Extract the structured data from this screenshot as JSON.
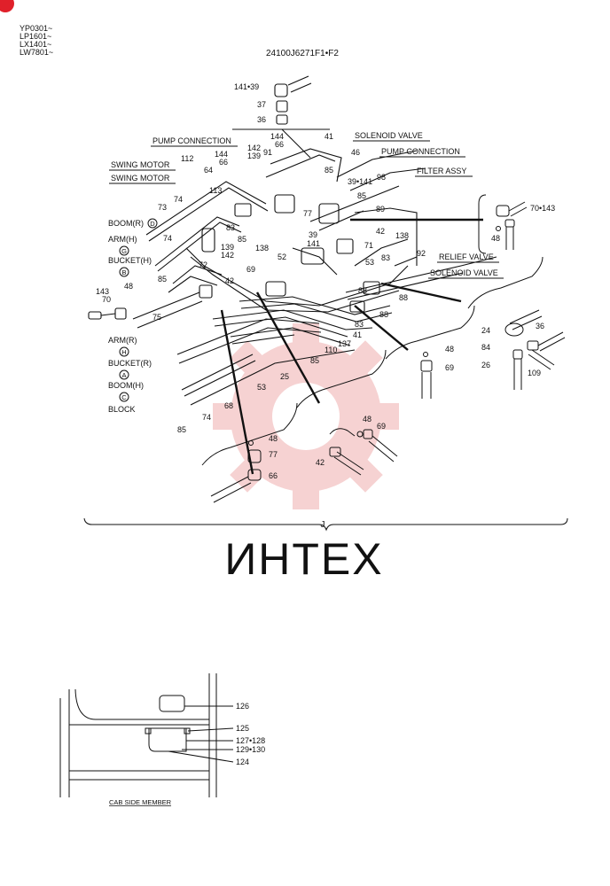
{
  "serials": [
    "YP0301~",
    "LP1601~",
    "LX1401~",
    "LW7801~"
  ],
  "drawing_number": "24100J6271F1•F2",
  "view_label": "J",
  "watermark": "ИНТЕХ",
  "caption_bottom": "CAB SIDE MEMBER",
  "component_labels": {
    "pump_connection_left": "PUMP CONNECTION",
    "pump_connection_right": "PUMP CONNECTION",
    "solenoid_valve_top": "SOLENOID VALVE",
    "solenoid_valve_right": "SOLENOID VALVE",
    "filter_assy": "FILTER ASSY",
    "relief_valve": "RELIEF VALVE",
    "swing_motor_1": "SWING MOTOR",
    "swing_motor_2": "SWING MOTOR",
    "boom_r": "BOOM(R)",
    "boom_r_mark": "D",
    "arm_h": "ARM(H)",
    "arm_h_mark": "G",
    "bucket_h": "BUCKET(H)",
    "bucket_h_mark": "B",
    "arm_r": "ARM(R)",
    "arm_r_mark": "H",
    "bucket_r": "BUCKET(R)",
    "bucket_r_mark": "A",
    "boom_h": "BOOM(H)",
    "boom_h_mark": "C",
    "block": "BLOCK"
  },
  "part_numbers": {
    "p141_39": "141•39",
    "p37": "37",
    "p36": "36",
    "p144a": "144",
    "p66a": "66",
    "p41a": "41",
    "p142a": "142",
    "p139a": "139",
    "p91": "91",
    "p112": "112",
    "p144b": "144",
    "p66b": "66",
    "p64": "64",
    "p85a": "85",
    "p46": "46",
    "p98": "98",
    "p39_141": "39•141",
    "p85b": "85",
    "p89": "89",
    "p74a": "74",
    "p73": "73",
    "p113": "113",
    "p83a": "83",
    "p77a": "77",
    "p39b": "39",
    "p141b": "141",
    "p85c": "85",
    "p138a": "138",
    "p74b": "74",
    "p139b": "139",
    "p142b": "142",
    "p71": "71",
    "p42a": "42",
    "p138b": "138",
    "p72": "72",
    "p69a": "69",
    "p52": "52",
    "p53a": "53",
    "p83b": "83",
    "p92": "92",
    "p85d": "85",
    "p42b": "42",
    "p143a": "143",
    "p70a": "70",
    "p48a": "48",
    "p88a": "88",
    "p88b": "88",
    "p88c": "88",
    "p83c": "83",
    "p75": "75",
    "p110": "110",
    "p137": "137",
    "p41b": "41",
    "p85e": "85",
    "p25": "25",
    "p53b": "53",
    "p68": "68",
    "p74c": "74",
    "p85f": "85",
    "p70_143": "70•143",
    "p48b": "48",
    "p24": "24",
    "p36b": "36",
    "p84": "84",
    "p26": "26",
    "p109": "109",
    "p48c": "48",
    "p69b": "69",
    "p48d": "48",
    "p77b": "77",
    "p66c": "66",
    "p48e": "48",
    "p69c": "69",
    "p42c": "42",
    "p126": "126",
    "p125": "125",
    "p127_128": "127•128",
    "p129_130": "129•130",
    "p124": "124"
  }
}
